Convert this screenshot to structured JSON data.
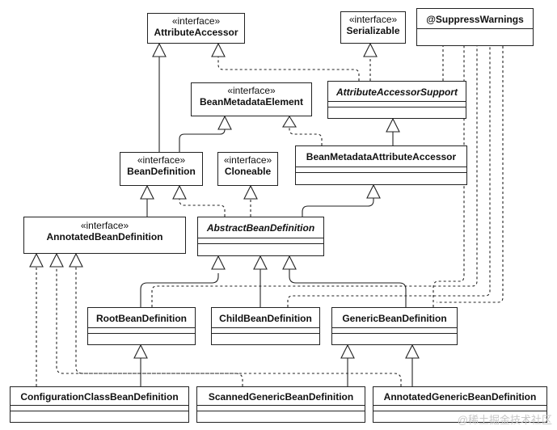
{
  "nodes": {
    "attributeAccessor": {
      "stereotype": "«interface»",
      "name": "AttributeAccessor"
    },
    "serializable": {
      "stereotype": "«interface»",
      "name": "Serializable"
    },
    "suppressWarnings": {
      "name": "@SuppressWarnings"
    },
    "beanMetadataElement": {
      "stereotype": "«interface»",
      "name": "BeanMetadataElement"
    },
    "attributeAccessorSupport": {
      "name": "AttributeAccessorSupport"
    },
    "beanMetadataAttributeAccessor": {
      "name": "BeanMetadataAttributeAccessor"
    },
    "beanDefinition": {
      "stereotype": "«interface»",
      "name": "BeanDefinition"
    },
    "cloneable": {
      "stereotype": "«interface»",
      "name": "Cloneable"
    },
    "annotatedBeanDefinition": {
      "stereotype": "«interface»",
      "name": "AnnotatedBeanDefinition"
    },
    "abstractBeanDefinition": {
      "name": "AbstractBeanDefinition"
    },
    "rootBeanDefinition": {
      "name": "RootBeanDefinition"
    },
    "childBeanDefinition": {
      "name": "ChildBeanDefinition"
    },
    "genericBeanDefinition": {
      "name": "GenericBeanDefinition"
    },
    "configurationClassBeanDefinition": {
      "name": "ConfigurationClassBeanDefinition"
    },
    "scannedGenericBeanDefinition": {
      "name": "ScannedGenericBeanDefinition"
    },
    "annotatedGenericBeanDefinition": {
      "name": "AnnotatedGenericBeanDefinition"
    }
  },
  "watermark": "@稀土掘金技术社区"
}
